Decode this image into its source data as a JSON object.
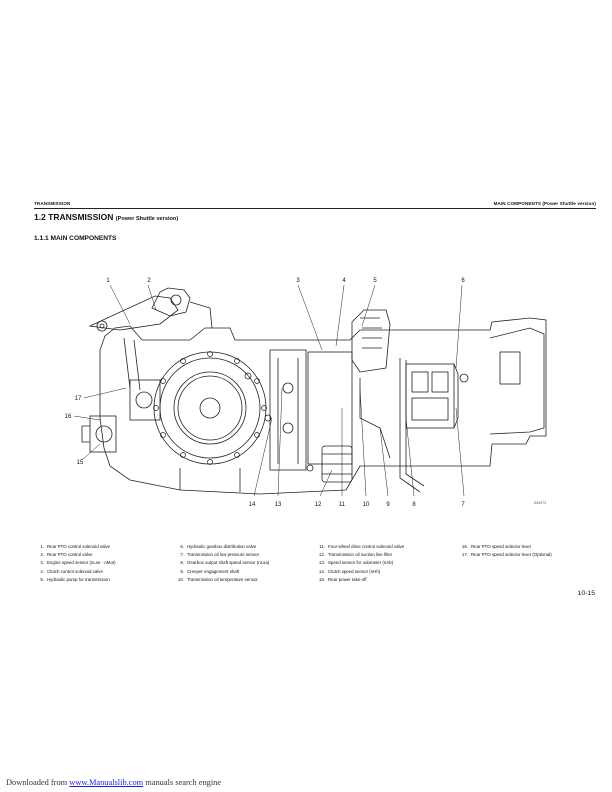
{
  "header": {
    "left": "TRANSMISSION",
    "right": "MAIN COMPONENTS (Power Shuttle version)"
  },
  "section": {
    "title": "1.2 TRANSMISSION",
    "subtitle": "(Power Shuttle version)"
  },
  "subsection": {
    "title": "1.1.1 MAIN COMPONENTS"
  },
  "figure": {
    "callouts": [
      "1",
      "2",
      "3",
      "4",
      "5",
      "6",
      "17",
      "16",
      "15",
      "14",
      "13",
      "12",
      "11",
      "10",
      "9",
      "8",
      "7"
    ],
    "code": "D46373"
  },
  "legend": {
    "columns": [
      [
        {
          "num": "1.",
          "text": "Rear PTO control solenoid valve"
        },
        {
          "num": "2.",
          "text": "Rear PTO control valve"
        },
        {
          "num": "3.",
          "text": "Engine speed sensor (nLse - nMot)"
        },
        {
          "num": "4.",
          "text": "Clutch control solenoid valve"
        },
        {
          "num": "5.",
          "text": "Hydraulic pump for transmission"
        }
      ],
      [
        {
          "num": "6.",
          "text": "Hydraulic gearbox distribution valve"
        },
        {
          "num": "7.",
          "text": "Transmission oil low pressure sensor"
        },
        {
          "num": "8.",
          "text": "Gearbox output shaft speed sensor (nLsa)"
        },
        {
          "num": "9.",
          "text": "Creeper engagement shaft"
        },
        {
          "num": "10.",
          "text": "Transmission oil temperature sensor"
        }
      ],
      [
        {
          "num": "11.",
          "text": "Four-wheel drive control solenoid valve"
        },
        {
          "num": "12.",
          "text": "Transmission oil suction line filter"
        },
        {
          "num": "13.",
          "text": "Speed sensor for odometer (nAb)"
        },
        {
          "num": "14.",
          "text": "Clutch speed sensor (nHh)"
        },
        {
          "num": "15.",
          "text": "Rear power take-off"
        }
      ],
      [
        {
          "num": "16.",
          "text": "Rear PTO speed selector lever"
        },
        {
          "num": "17.",
          "text": "Rear PTO speed selector lever (Optional)"
        }
      ]
    ]
  },
  "page_number": "10-15",
  "footer": {
    "prefix": "Downloaded from",
    "link": "www.Manualslib.com",
    "suffix": "manuals search engine"
  }
}
